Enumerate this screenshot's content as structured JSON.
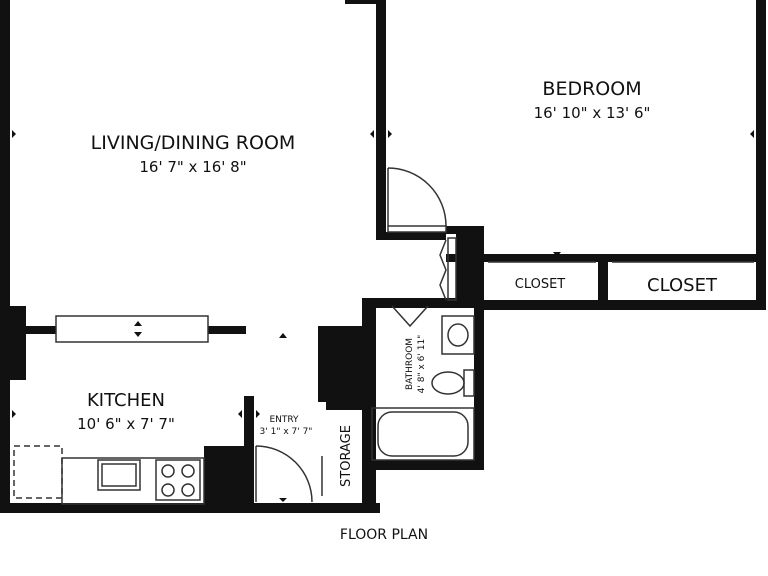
{
  "rooms": {
    "living": {
      "name": "LIVING/DINING ROOM",
      "size": "16' 7\" x 16' 8\""
    },
    "bedroom": {
      "name": "BEDROOM",
      "size": "16' 10\" x 13' 6\""
    },
    "kitchen": {
      "name": "KITCHEN",
      "size": "10' 6\" x 7' 7\""
    },
    "entry": {
      "name": "ENTRY",
      "size": "3' 1\" x 7' 7\""
    },
    "bathroom": {
      "name": "BATHROOM",
      "size": "4' 8\" x 6' 11\""
    },
    "storage": {
      "name": "STORAGE"
    },
    "closet_small": {
      "name": "CLOSET"
    },
    "closet_large": {
      "name": "CLOSET"
    }
  },
  "caption": "FLOOR PLAN",
  "colors": {
    "wall": "#111111",
    "line": "#333333",
    "background": "#ffffff"
  }
}
